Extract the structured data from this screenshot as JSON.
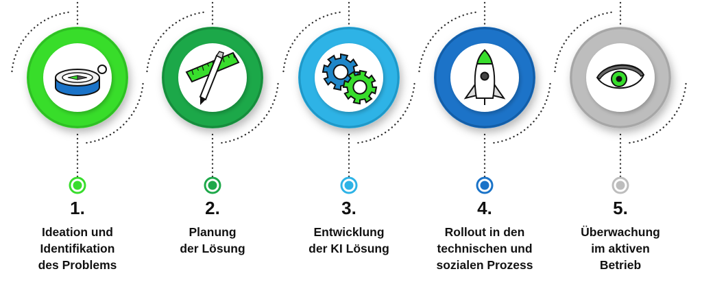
{
  "steps": [
    {
      "number": "1.",
      "lines": [
        "Ideation und",
        "Identifikation",
        "des Problems"
      ],
      "color": "#38dd2c",
      "dark": "#2fbf24",
      "icon": "compass-icon"
    },
    {
      "number": "2.",
      "lines": [
        "Planung",
        "der Lösung"
      ],
      "color": "#1ea84a",
      "dark": "#178c3c",
      "icon": "ruler-pencil-icon"
    },
    {
      "number": "3.",
      "lines": [
        "Entwicklung",
        "der KI Lösung"
      ],
      "color": "#2eb3e6",
      "dark": "#1f98c8",
      "icon": "gears-icon"
    },
    {
      "number": "4.",
      "lines": [
        "Rollout in den",
        "technischen und",
        "sozialen Prozess"
      ],
      "color": "#1a73c8",
      "dark": "#135ea8",
      "icon": "rocket-icon"
    },
    {
      "number": "5.",
      "lines": [
        "Überwachung",
        "im aktiven",
        "Betrieb"
      ],
      "color": "#bdbdbd",
      "dark": "#a6a6a6",
      "icon": "eye-icon"
    }
  ]
}
